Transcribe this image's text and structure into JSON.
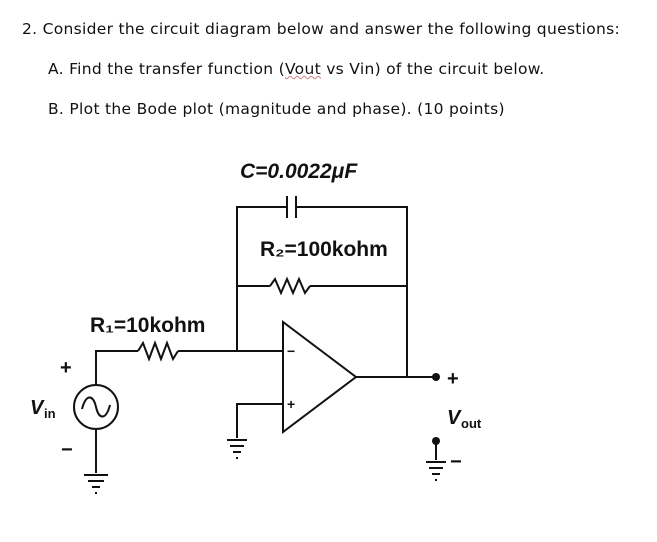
{
  "question": {
    "number": "2.",
    "text": "Consider the circuit diagram below and answer the following questions:"
  },
  "part_a": {
    "marker": "A.",
    "text_before": "Find the transfer function (",
    "text_underlined": "Vout",
    "text_after": " vs Vin) of the circuit below."
  },
  "part_b": {
    "marker": "B.",
    "text": "Plot the Bode plot (magnitude and phase). (10 points)"
  },
  "circuit": {
    "capacitor_label": "C=0.0022μF",
    "r2_label": "R₂=100kohm",
    "r1_label": "R₁=10kohm",
    "vin_label_main": "V",
    "vin_label_sub": "in",
    "vout_label_main": "V",
    "vout_label_sub": "out",
    "input_plus": "+",
    "input_minus": "−",
    "output_plus": "+",
    "output_minus": "−",
    "opamp_inverting": "−",
    "opamp_noninverting": "+"
  }
}
